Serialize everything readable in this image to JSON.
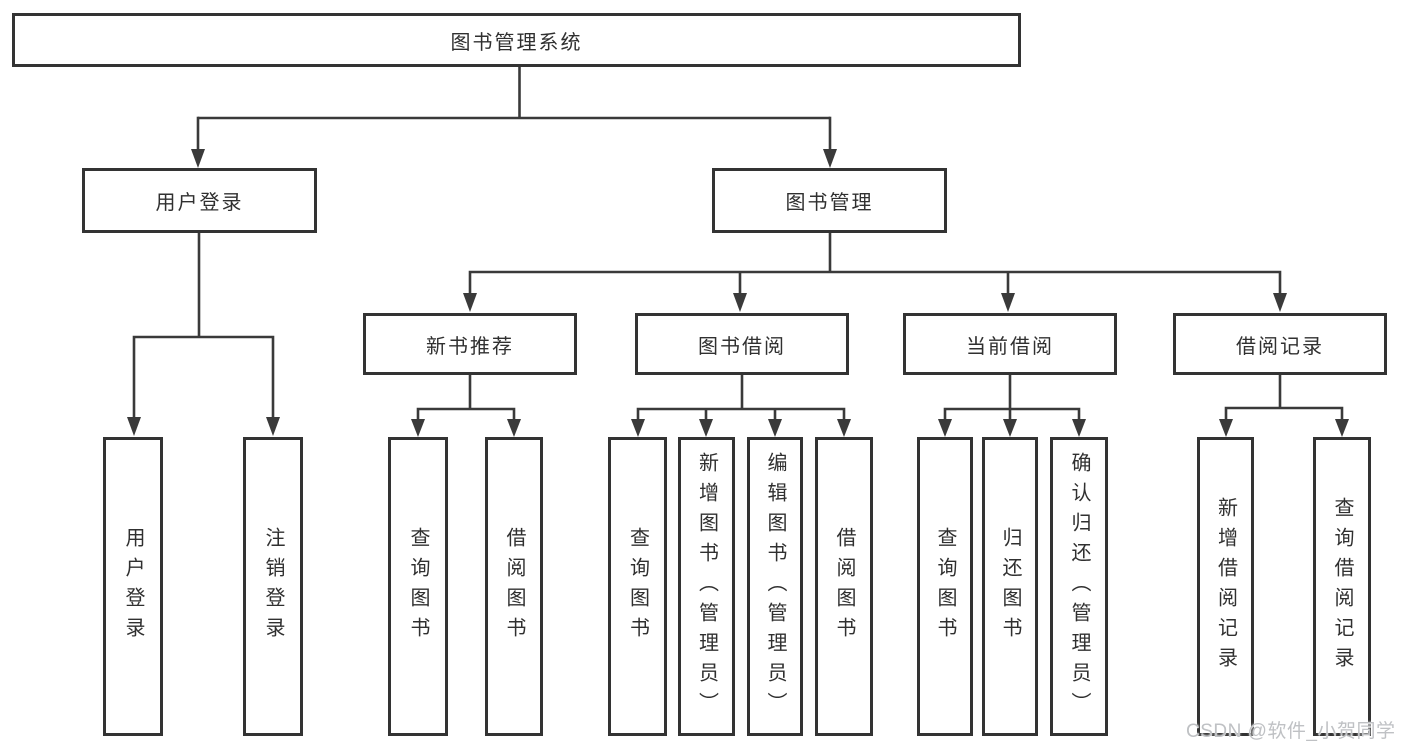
{
  "tree": {
    "label": "图书管理系统",
    "children": [
      {
        "label": "用户登录",
        "children": [
          {
            "label": "用户登录"
          },
          {
            "label": "注销登录"
          }
        ]
      },
      {
        "label": "图书管理",
        "children": [
          {
            "label": "新书推荐",
            "children": [
              {
                "label": "查询图书"
              },
              {
                "label": "借阅图书"
              }
            ]
          },
          {
            "label": "图书借阅",
            "children": [
              {
                "label": "查询图书"
              },
              {
                "label": "新增图书（管理员）"
              },
              {
                "label": "编辑图书（管理员）"
              },
              {
                "label": "借阅图书"
              }
            ]
          },
          {
            "label": "当前借阅",
            "children": [
              {
                "label": "查询图书"
              },
              {
                "label": "归还图书"
              },
              {
                "label": "确认归还（管理员）"
              }
            ]
          },
          {
            "label": "借阅记录",
            "children": [
              {
                "label": "新增借阅记录"
              },
              {
                "label": "查询借阅记录"
              }
            ]
          }
        ]
      }
    ]
  },
  "watermark": "CSDN @软件_小贺同学",
  "colors": {
    "background": "#ffffff",
    "box_border": "#333333",
    "connector_line": "#3a3a3a",
    "text": "#303030",
    "watermark_text": "#bfc1c4"
  }
}
